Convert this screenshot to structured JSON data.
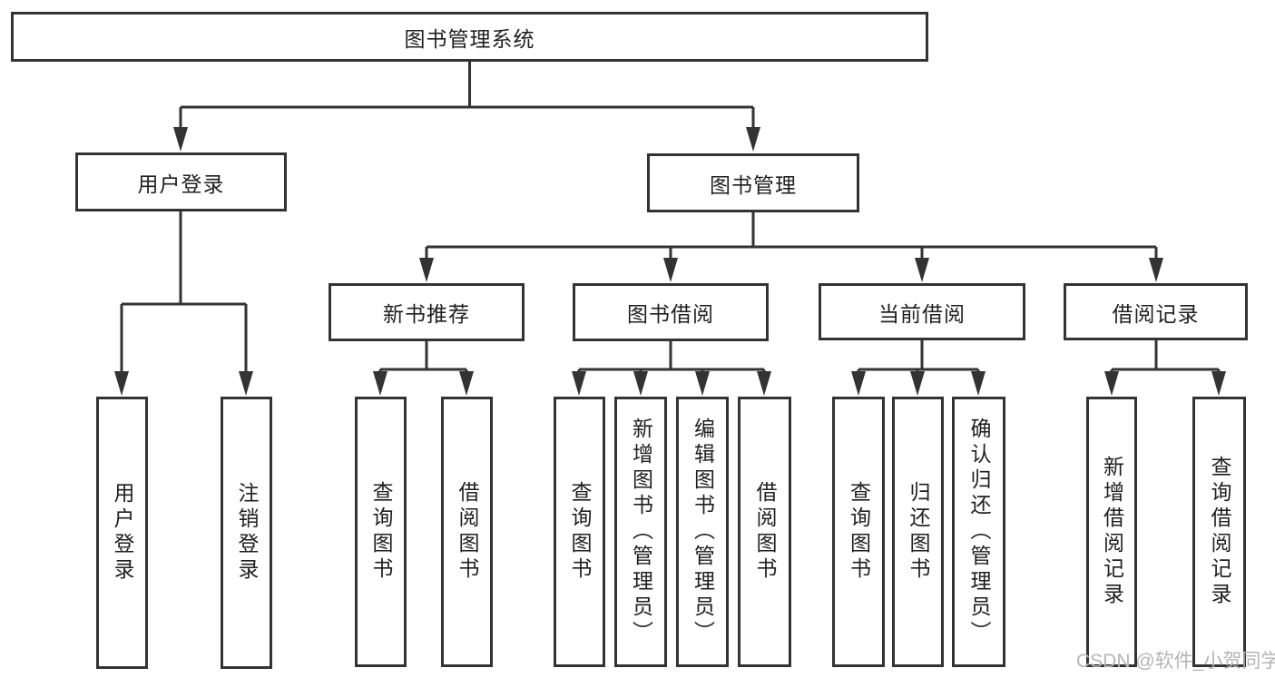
{
  "diagram": {
    "root": {
      "label": "图书管理系统"
    },
    "level2": {
      "user_login": {
        "label": "用户登录"
      },
      "book_mgmt": {
        "label": "图书管理"
      }
    },
    "level3": {
      "new_book_rec": {
        "label": "新书推荐"
      },
      "book_borrow": {
        "label": "图书借阅"
      },
      "current_borrow": {
        "label": "当前借阅"
      },
      "borrow_record": {
        "label": "借阅记录"
      }
    },
    "leaves": {
      "user_login": [
        "用户登录",
        "注销登录"
      ],
      "new_book_rec": [
        "查询图书",
        "借阅图书"
      ],
      "book_borrow": [
        "查询图书",
        "新增图书（管理员）",
        "编辑图书（管理员）",
        "借阅图书"
      ],
      "current_borrow": [
        "查询图书",
        "归还图书",
        "确认归还（管理员）"
      ],
      "borrow_record": [
        "新增借阅记录",
        "查询借阅记录"
      ]
    }
  },
  "watermark": {
    "text": "CSDN @软件_小贺同学"
  },
  "colors": {
    "line": "#333333",
    "text": "#1f1f1f",
    "watermark": "#b5b5b5",
    "background": "#ffffff"
  }
}
